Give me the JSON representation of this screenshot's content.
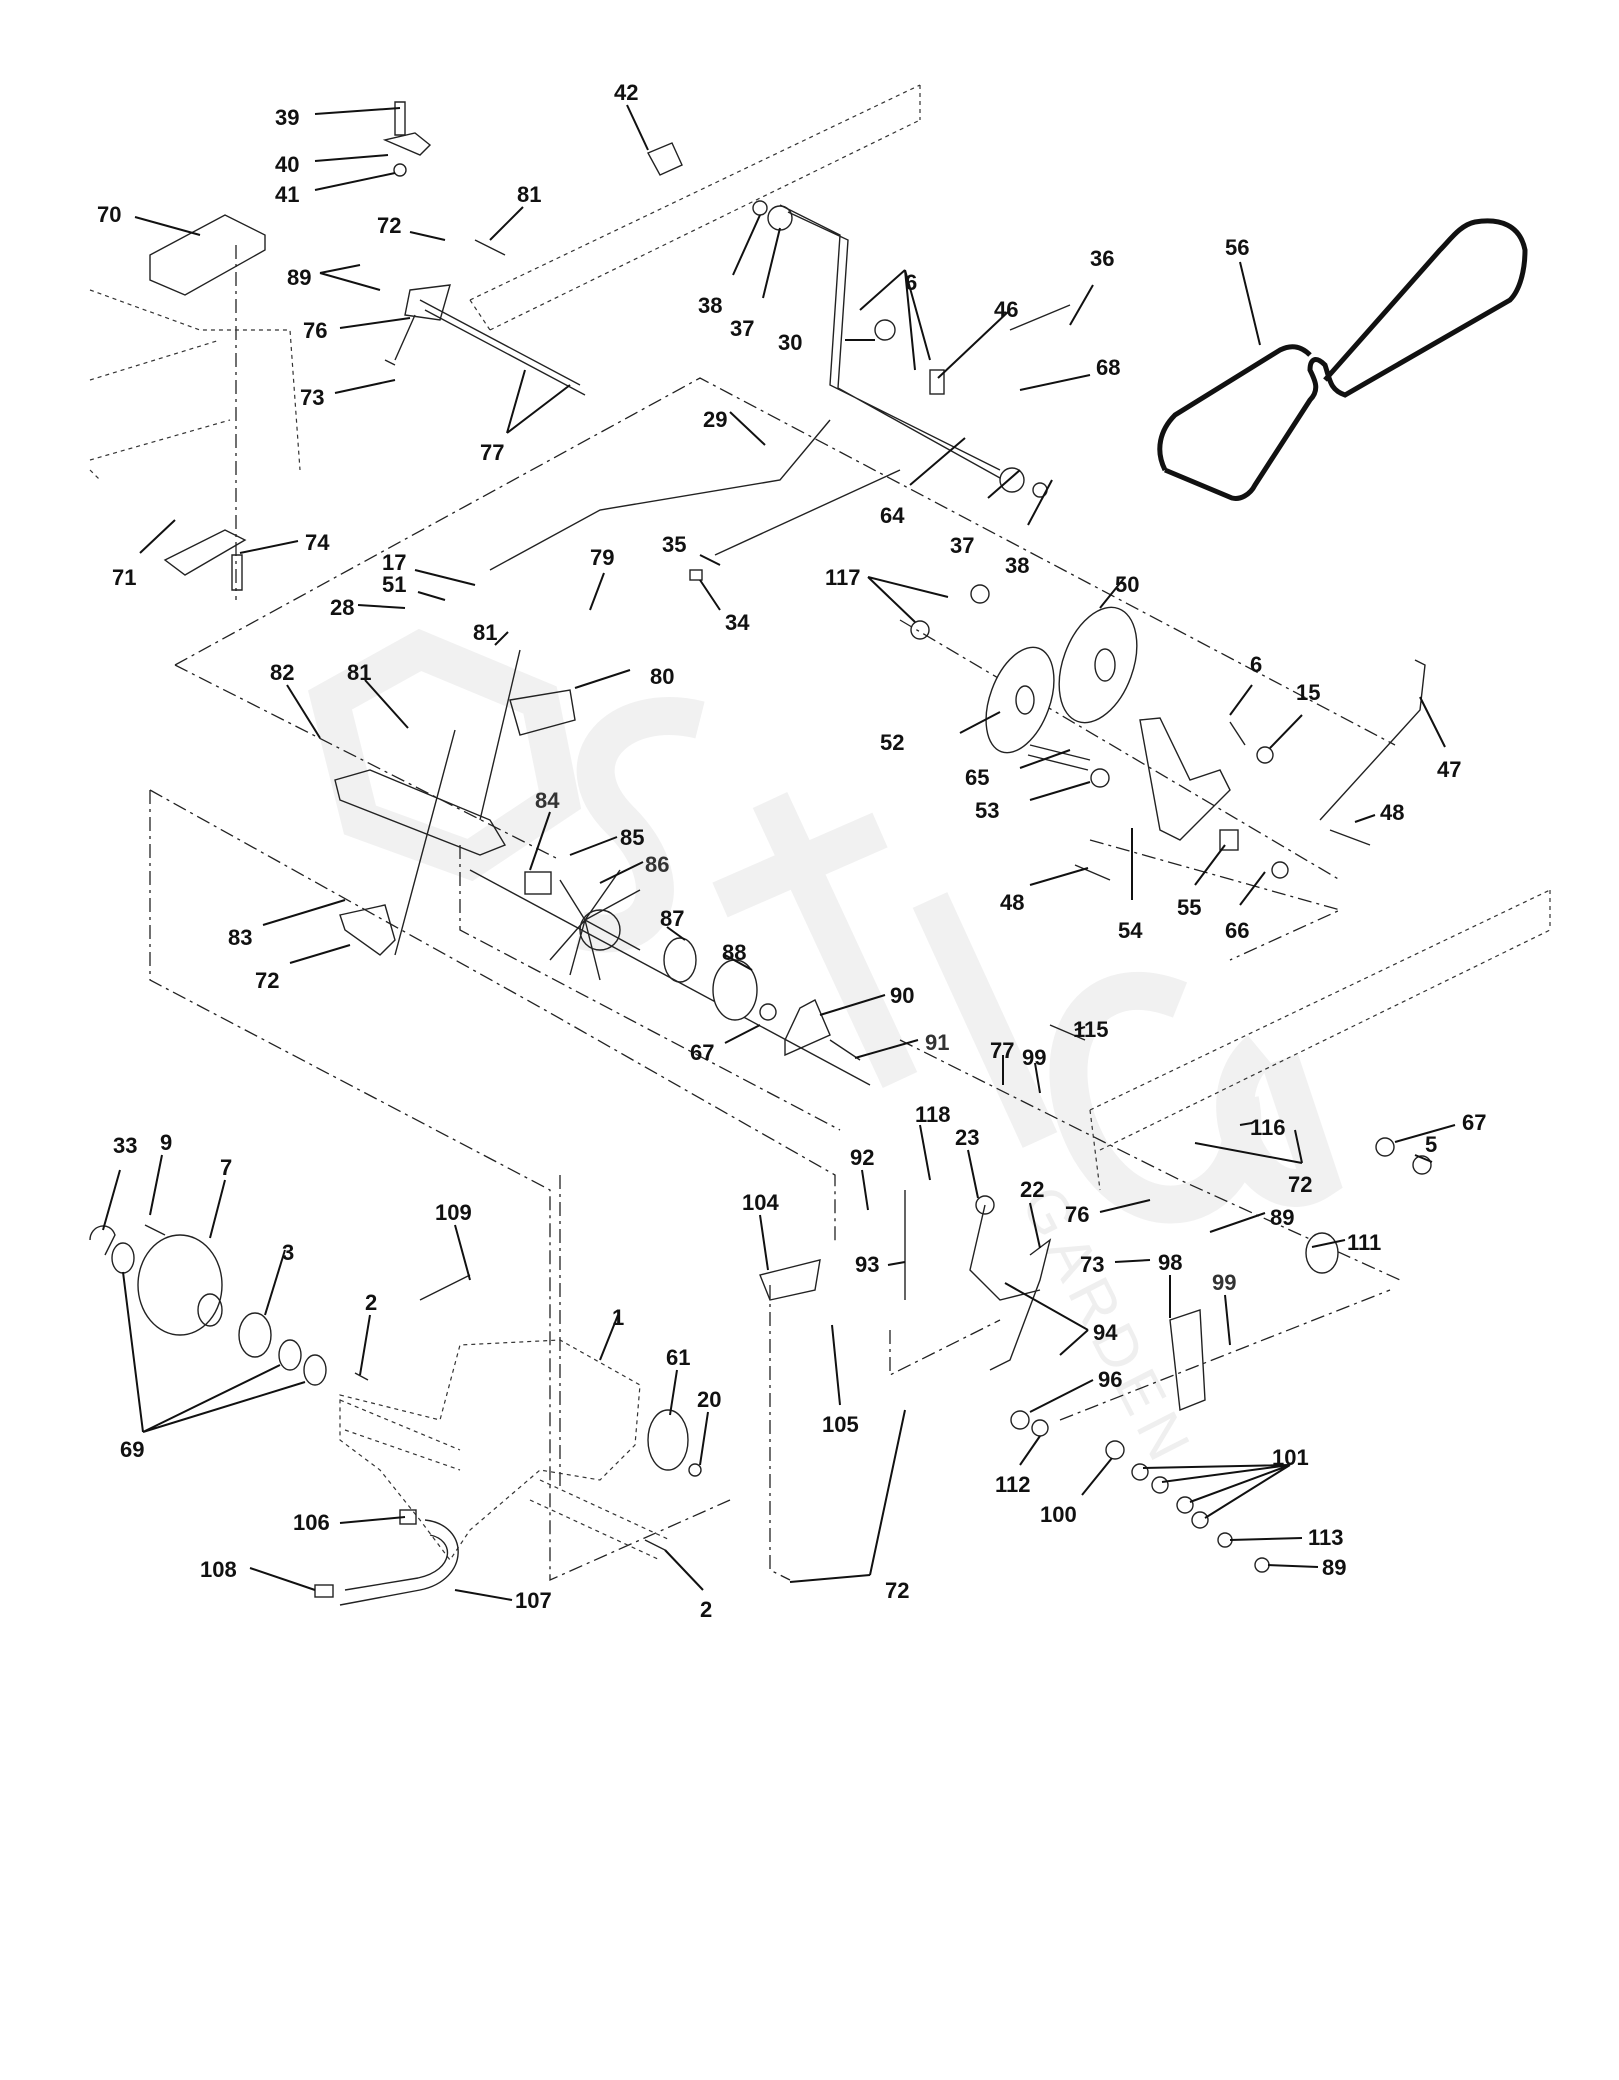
{
  "diagram": {
    "title": "Exploded parts diagram - drive / transaxle assembly",
    "watermark": {
      "brand": "Stiga",
      "subtext": "GARDEN"
    },
    "callouts": [
      {
        "id": "c39",
        "label": "39"
      },
      {
        "id": "c40",
        "label": "40"
      },
      {
        "id": "c41",
        "label": "41"
      },
      {
        "id": "c42",
        "label": "42"
      },
      {
        "id": "c70",
        "label": "70"
      },
      {
        "id": "c72a",
        "label": "72"
      },
      {
        "id": "c81a",
        "label": "81"
      },
      {
        "id": "c89a",
        "label": "89"
      },
      {
        "id": "c76a",
        "label": "76"
      },
      {
        "id": "c73a",
        "label": "73"
      },
      {
        "id": "c77a",
        "label": "77"
      },
      {
        "id": "c71",
        "label": "71"
      },
      {
        "id": "c74",
        "label": "74"
      },
      {
        "id": "c38a",
        "label": "38"
      },
      {
        "id": "c37a",
        "label": "37"
      },
      {
        "id": "c6a",
        "label": "6"
      },
      {
        "id": "c30",
        "label": "30"
      },
      {
        "id": "c46",
        "label": "46"
      },
      {
        "id": "c36",
        "label": "36"
      },
      {
        "id": "c68",
        "label": "68"
      },
      {
        "id": "c56",
        "label": "56"
      },
      {
        "id": "c29",
        "label": "29"
      },
      {
        "id": "c64",
        "label": "64"
      },
      {
        "id": "c37b",
        "label": "37"
      },
      {
        "id": "c38b",
        "label": "38"
      },
      {
        "id": "c35",
        "label": "35"
      },
      {
        "id": "c34",
        "label": "34"
      },
      {
        "id": "c17",
        "label": "17"
      },
      {
        "id": "c51",
        "label": "51"
      },
      {
        "id": "c28",
        "label": "28"
      },
      {
        "id": "c79",
        "label": "79"
      },
      {
        "id": "c81b",
        "label": "81"
      },
      {
        "id": "c80",
        "label": "80"
      },
      {
        "id": "c82",
        "label": "82"
      },
      {
        "id": "c81c",
        "label": "81"
      },
      {
        "id": "c117",
        "label": "117"
      },
      {
        "id": "c50",
        "label": "50"
      },
      {
        "id": "c52",
        "label": "52"
      },
      {
        "id": "c6b",
        "label": "6"
      },
      {
        "id": "c15",
        "label": "15"
      },
      {
        "id": "c47",
        "label": "47"
      },
      {
        "id": "c65",
        "label": "65"
      },
      {
        "id": "c53",
        "label": "53"
      },
      {
        "id": "c48a",
        "label": "48"
      },
      {
        "id": "c48b",
        "label": "48"
      },
      {
        "id": "c54",
        "label": "54"
      },
      {
        "id": "c55",
        "label": "55"
      },
      {
        "id": "c66",
        "label": "66"
      },
      {
        "id": "c84",
        "label": "84"
      },
      {
        "id": "c85",
        "label": "85"
      },
      {
        "id": "c86",
        "label": "86"
      },
      {
        "id": "c87",
        "label": "87"
      },
      {
        "id": "c88",
        "label": "88"
      },
      {
        "id": "c83",
        "label": "83"
      },
      {
        "id": "c72b",
        "label": "72"
      },
      {
        "id": "c90",
        "label": "90"
      },
      {
        "id": "c67a",
        "label": "67"
      },
      {
        "id": "c91",
        "label": "91"
      },
      {
        "id": "c115",
        "label": "115"
      },
      {
        "id": "c77b",
        "label": "77"
      },
      {
        "id": "c99a",
        "label": "99"
      },
      {
        "id": "c116",
        "label": "116"
      },
      {
        "id": "c67b",
        "label": "67"
      },
      {
        "id": "c5",
        "label": "5"
      },
      {
        "id": "c72c",
        "label": "72"
      },
      {
        "id": "c118",
        "label": "118"
      },
      {
        "id": "c92",
        "label": "92"
      },
      {
        "id": "c23",
        "label": "23"
      },
      {
        "id": "c22",
        "label": "22"
      },
      {
        "id": "c76b",
        "label": "76"
      },
      {
        "id": "c89b",
        "label": "89"
      },
      {
        "id": "c111",
        "label": "111"
      },
      {
        "id": "c73b",
        "label": "73"
      },
      {
        "id": "c98",
        "label": "98"
      },
      {
        "id": "c99b",
        "label": "99"
      },
      {
        "id": "c33",
        "label": "33"
      },
      {
        "id": "c9",
        "label": "9"
      },
      {
        "id": "c7",
        "label": "7"
      },
      {
        "id": "c109",
        "label": "109"
      },
      {
        "id": "c104",
        "label": "104"
      },
      {
        "id": "c93",
        "label": "93"
      },
      {
        "id": "c94",
        "label": "94"
      },
      {
        "id": "c3",
        "label": "3"
      },
      {
        "id": "c2a",
        "label": "2"
      },
      {
        "id": "c1",
        "label": "1"
      },
      {
        "id": "c61",
        "label": "61"
      },
      {
        "id": "c20",
        "label": "20"
      },
      {
        "id": "c105",
        "label": "105"
      },
      {
        "id": "c96",
        "label": "96"
      },
      {
        "id": "c69",
        "label": "69"
      },
      {
        "id": "c112",
        "label": "112"
      },
      {
        "id": "c101",
        "label": "101"
      },
      {
        "id": "c100",
        "label": "100"
      },
      {
        "id": "c106",
        "label": "106"
      },
      {
        "id": "c113",
        "label": "113"
      },
      {
        "id": "c108",
        "label": "108"
      },
      {
        "id": "c107",
        "label": "107"
      },
      {
        "id": "c2b",
        "label": "2"
      },
      {
        "id": "c72d",
        "label": "72"
      },
      {
        "id": "c89c",
        "label": "89"
      }
    ]
  }
}
